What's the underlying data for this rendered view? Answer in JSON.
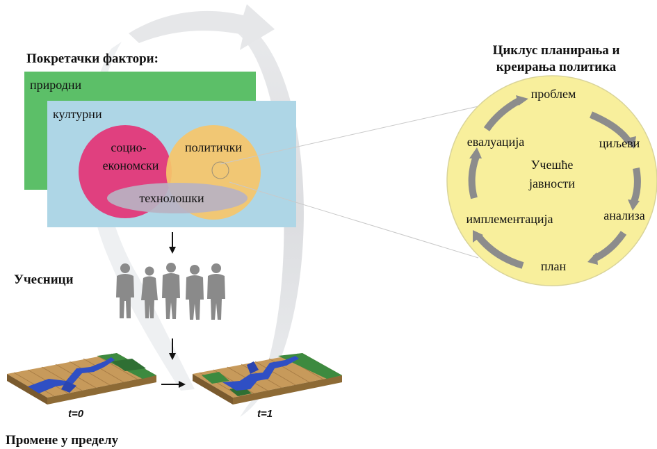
{
  "drivers": {
    "heading": "Покретачки фактори:",
    "natural": "природни",
    "cultural": "културни",
    "socio_line1": "социо-",
    "socio_line2": "економски",
    "political": "политички",
    "technological": "технолошки",
    "colors": {
      "natural_box": "#5cbf68",
      "cultural_box": "#aed6e6",
      "socio_circle": "#e0407f",
      "political_circle": "#f6c56a",
      "tech_ellipse": "#b9b2c2"
    }
  },
  "participants": {
    "label": "Учесници",
    "figure_count": 5,
    "figure_color": "#8a8a8a"
  },
  "landscape": {
    "t0": "t=0",
    "t1": "t=1",
    "caption": "Промене у пределу"
  },
  "cycle": {
    "title_line1": "Циклус планирања и",
    "title_line2": "креирања политика",
    "center_line1": "Учешће",
    "center_line2": "јавности",
    "steps": [
      "проблем",
      "циљеви",
      "анализа",
      "план",
      "имплементација",
      "евалуација"
    ],
    "circle_color": "#f8ef9c",
    "arrow_color": "#8c8c8c"
  },
  "icons": [
    "big-curved-arrow-icon",
    "down-arrow-icon",
    "right-arrow-icon",
    "person-silhouette-icon",
    "cycle-arrow-icon"
  ]
}
